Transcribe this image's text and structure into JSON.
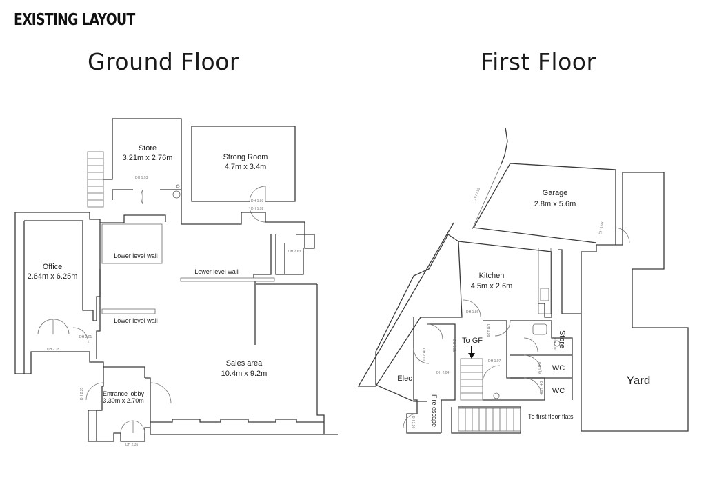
{
  "heading": "EXISTING LAYOUT",
  "floors": {
    "ground": {
      "title": "Ground Floor"
    },
    "first": {
      "title": "First Floor"
    }
  },
  "ground_rooms": {
    "store": {
      "name": "Store",
      "size": "3.21m x 2.76m"
    },
    "strong_room": {
      "name": "Strong Room",
      "size": "4.7m x 3.4m"
    },
    "office": {
      "name": "Office",
      "size": "2.64m x 6.25m"
    },
    "sales": {
      "name": "Sales area",
      "size": "10.4m x 9.2m"
    },
    "lobby": {
      "name": "Entrance lobby",
      "size": "3.30m x 2.70m"
    }
  },
  "ground_walls": [
    "Lower level wall",
    "Lower level wall",
    "Lower level wall"
  ],
  "first_rooms": {
    "garage": {
      "name": "Garage",
      "size": "2.8m x 5.6m"
    },
    "kitchen": {
      "name": "Kitchen",
      "size": "4.5m x 2.6m"
    },
    "elec": {
      "name": "Elec"
    },
    "store": {
      "name": "Store"
    },
    "wc1": {
      "name": "WC"
    },
    "wc2": {
      "name": "WC"
    },
    "yard": {
      "name": "Yard"
    }
  },
  "first_labels": {
    "to_gf": "To GF",
    "fire_escape": "Fire escape",
    "to_flats": "To first floor flats"
  },
  "door_heights": {
    "store": "DH 1.93",
    "strong1": "DH 1.93",
    "strong2": "DH 1.92",
    "right": "DH 2.63",
    "office": "DH 2.35",
    "office2": "DH 2.01",
    "lobby_left": "DH 2.35",
    "lobby_bottom": "DH 2.35",
    "garage_in": "DH 1.99",
    "garage_out": "DH 1.98",
    "kitchen": "DH 1.86",
    "ff_a": "DH 1.98",
    "ff_b": "DH 1.98",
    "ff_c": "DH 1.97",
    "ff_d": "DH 2.00",
    "ff_e": "DH 2.04",
    "ff_f": "DH 2.00",
    "ff_g": "DH 1.98",
    "ff_h": "DH 1.98",
    "ff_i": "DH 1.96"
  }
}
